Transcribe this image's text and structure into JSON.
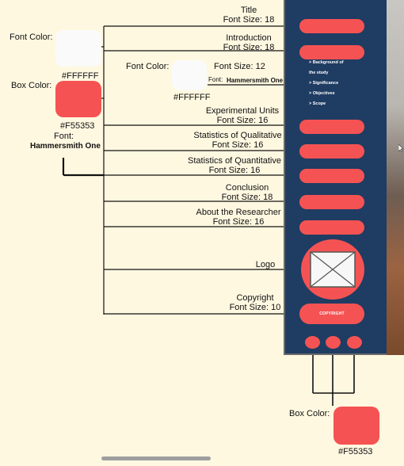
{
  "legend_left": {
    "font_color_label": "Font Color:",
    "font_color_value": "#FFFFFF",
    "box_color_label": "Box Color:",
    "box_color_value": "#F55353",
    "font_label": "Font:",
    "font_value": "Hammersmith One"
  },
  "sub_legend": {
    "font_color_label": "Font Color:",
    "font_color_value": "#FFFFFF",
    "font_size": "Font Size: 12",
    "font_label": "Font:",
    "font_value": "Hammersmith One"
  },
  "annotations": [
    {
      "line1": "Title",
      "line2": "Font Size: 18"
    },
    {
      "line1": "Introduction",
      "line2": "Font Size: 18"
    },
    {
      "line1": "Experimental Units",
      "line2": "Font Size: 16"
    },
    {
      "line1": "Statistics of Qualitative",
      "line2": "Font Size: 16"
    },
    {
      "line1": "Statistics of Quantitative",
      "line2": "Font Size: 16"
    },
    {
      "line1": "Conclusion",
      "line2": "Font Size: 18"
    },
    {
      "line1": "About the Researcher",
      "line2": "Font Size: 16"
    },
    {
      "line1": "Logo",
      "line2": ""
    },
    {
      "line1": "Copyright",
      "line2": "Font Size: 10"
    }
  ],
  "mockup": {
    "sub_items": [
      "> Background of",
      "the study",
      "> Significance",
      "> Objectives",
      "> Scope"
    ],
    "copyright_text": "COPYRIGHT"
  },
  "legend_bottom": {
    "box_color_label": "Box Color:",
    "box_color_value": "#F55353"
  },
  "colors": {
    "accent": "#F55353",
    "panel": "#1F3C63",
    "white": "#FFFFFF",
    "background": "#FFF8E1"
  }
}
